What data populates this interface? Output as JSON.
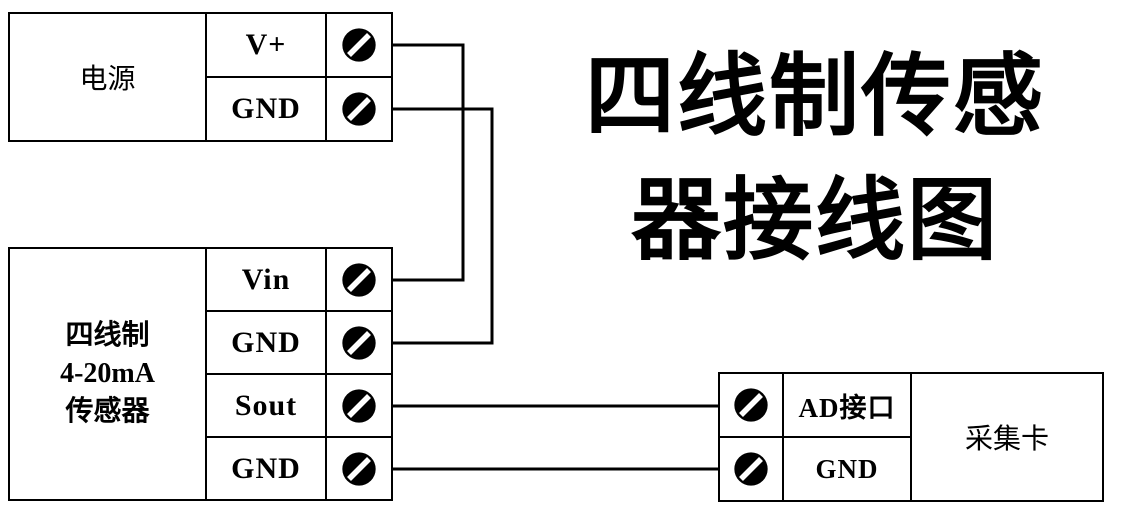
{
  "title": {
    "line1": "四线制传感",
    "line2": "器接线图"
  },
  "power": {
    "label": "电源",
    "terminals": [
      {
        "label": "V+"
      },
      {
        "label": "GND"
      }
    ]
  },
  "sensor": {
    "label_lines": [
      "四线制",
      "4-20mA",
      "传感器"
    ],
    "terminals": [
      {
        "label": "Vin"
      },
      {
        "label": "GND"
      },
      {
        "label": "Sout"
      },
      {
        "label": "GND"
      }
    ]
  },
  "card": {
    "label": "采集卡",
    "terminals": [
      {
        "label": "AD接口"
      },
      {
        "label": "GND"
      }
    ]
  },
  "colors": {
    "wire": "#000000",
    "border": "#000000",
    "background": "#ffffff"
  }
}
